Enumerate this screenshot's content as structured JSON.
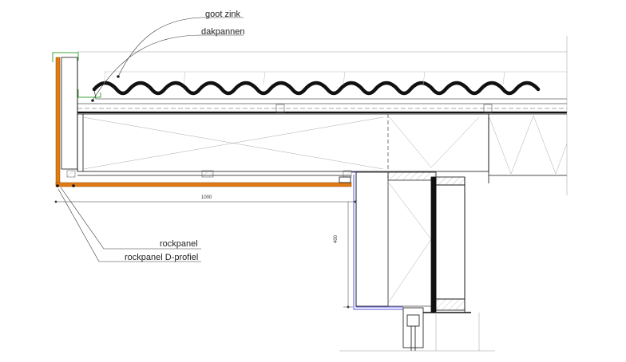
{
  "labels": {
    "goot_zink": "goot zink",
    "dakpannen": "dakpannen",
    "rockpanel": "rockpanel",
    "rockpanel_d_profiel": "rockpanel D-profiel"
  },
  "dimensions": {
    "horizontal": "1000",
    "vertical": "400"
  },
  "colors": {
    "rockpanel": "#e07a12",
    "zinc_gutter": "#3aa53a",
    "aluminium_profile": "#5a5adb",
    "line": "#111111",
    "hatch": "#9a9a9a"
  }
}
